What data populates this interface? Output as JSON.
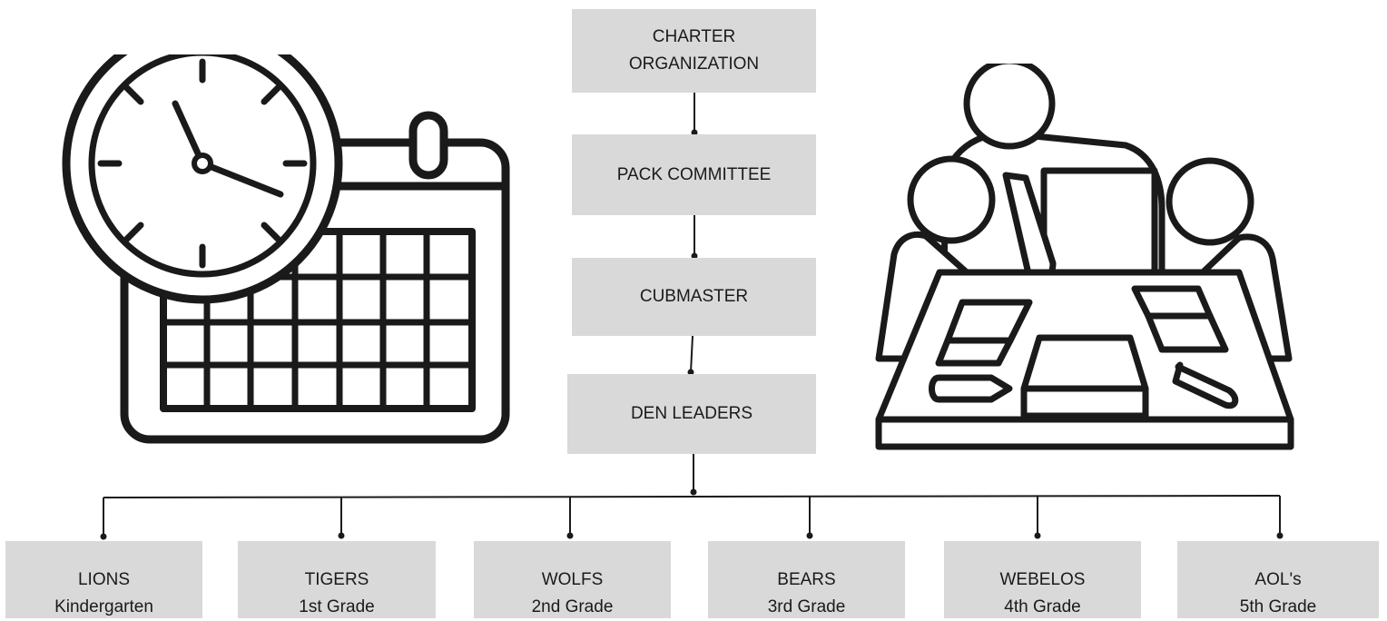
{
  "org_chart": {
    "top": [
      {
        "lines": [
          "CHARTER",
          "ORGANIZATION"
        ]
      },
      {
        "lines": [
          "PACK COMMITTEE"
        ]
      },
      {
        "lines": [
          "CUBMASTER"
        ]
      },
      {
        "lines": [
          "DEN LEADERS"
        ]
      }
    ],
    "dens": [
      {
        "name": "LIONS",
        "grade": "Kindergarten"
      },
      {
        "name": "TIGERS",
        "grade": "1st Grade"
      },
      {
        "name": "WOLFS",
        "grade": "2nd Grade"
      },
      {
        "name": "BEARS",
        "grade": "3rd Grade"
      },
      {
        "name": "WEBELOS",
        "grade": "4th Grade"
      },
      {
        "name": "AOL's",
        "grade": "5th Grade"
      }
    ]
  },
  "icons": {
    "left": "clock-calendar-icon",
    "right": "meeting-table-icon"
  },
  "colors": {
    "box_fill": "#d9d9d9",
    "line": "#1a1a1a"
  }
}
